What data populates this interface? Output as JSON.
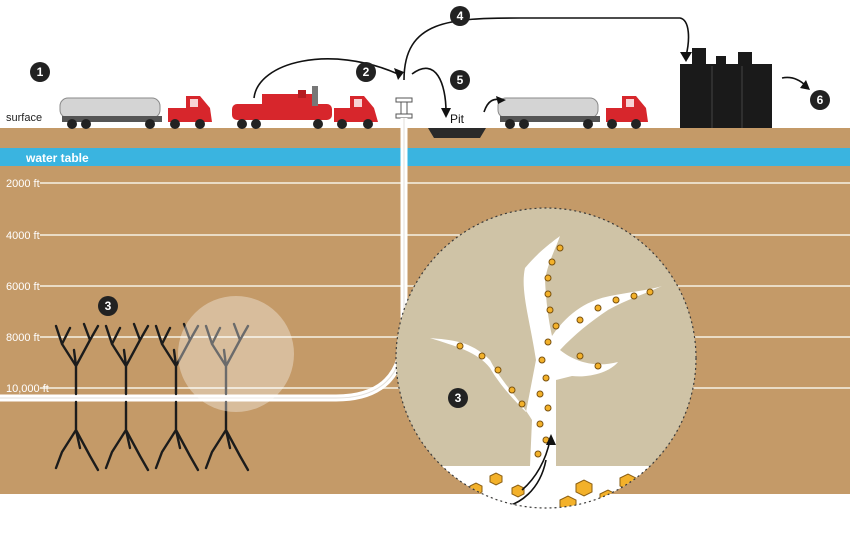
{
  "labels": {
    "surface": "surface",
    "water_table": "water table",
    "pit": "Pit"
  },
  "depth_marks": [
    "2000 ft",
    "4000 ft",
    "6000 ft",
    "8000 ft",
    "10,000 ft"
  ],
  "steps": [
    "1",
    "2",
    "3",
    "4",
    "5",
    "6",
    "3"
  ],
  "colors": {
    "ground": "#c49a68",
    "ground_dark": "#b88c5a",
    "water": "#3ab4e0",
    "truck_red": "#d7262c",
    "tank_silver": "#cfcfcf",
    "storage_black": "#1a1a1a",
    "proppant": "#f3b12a",
    "rock": "#cfc3a6"
  }
}
